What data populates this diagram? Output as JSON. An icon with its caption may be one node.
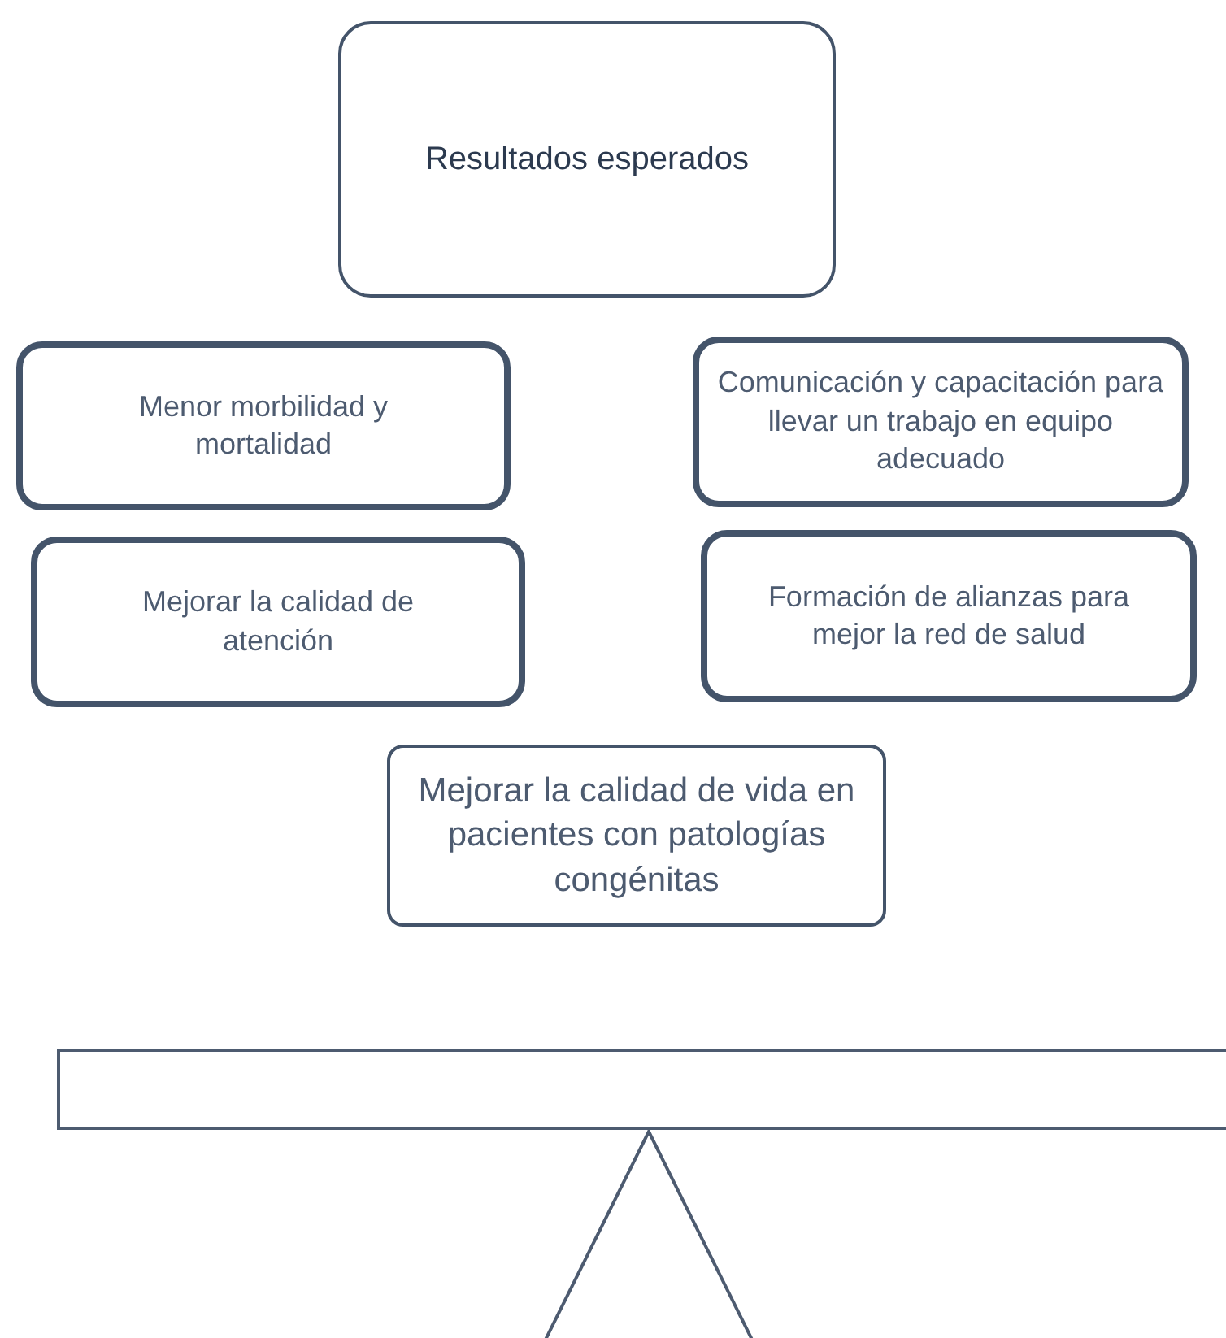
{
  "diagram": {
    "nodes": [
      {
        "text": [
          "Resultados esperados"
        ]
      },
      {
        "text": [
          "Menor morbilidad y mortalidad"
        ]
      },
      {
        "text": [
          "Comunicación y capacitación para llevar un trabajo en equipo adecuado"
        ]
      },
      {
        "text": [
          "Mejorar la calidad de atención"
        ]
      },
      {
        "text": [
          "Formación de alianzas para mejor la red de salud"
        ]
      },
      {
        "text": [
          "Mejorar la calidad de vida en pacientes con patologías congénitas"
        ]
      },
      {
        "text": [],
        "shape": "bar"
      },
      {
        "text": [],
        "shape": "triangle"
      }
    ]
  }
}
